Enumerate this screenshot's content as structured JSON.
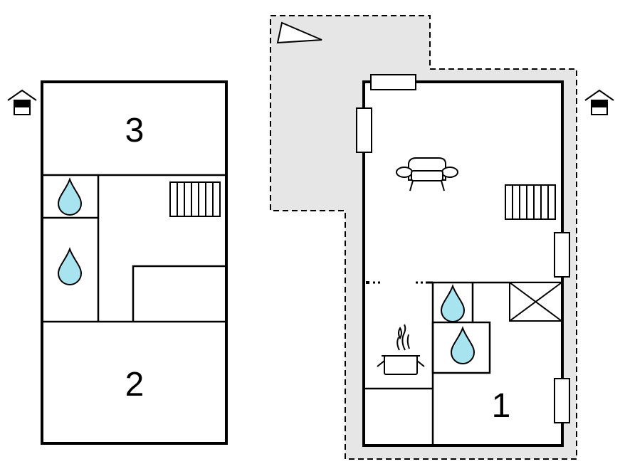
{
  "rooms": {
    "upper_bedroom": "3",
    "lower_bedroom": "2",
    "main_bedroom": "1"
  },
  "icons": {
    "entrance": "house-entrance-icon",
    "bathroom": "water-drop-icon",
    "stairs": "stairs-icon",
    "sofa": "sofa-icon",
    "kitchen": "cooking-pot-icon",
    "terrace_direction": "triangle-icon",
    "chimney": "crossed-box-icon"
  },
  "colors": {
    "wall": "#000000",
    "terrace": "#e6e6e6",
    "water": "#a8e4ef"
  }
}
